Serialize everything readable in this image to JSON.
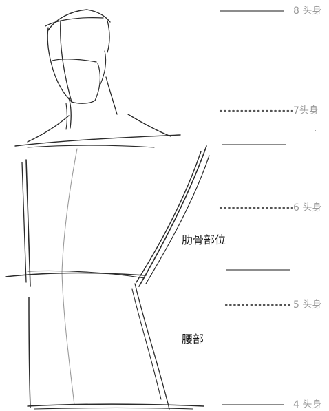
{
  "head_marks": [
    {
      "id": "mark-8",
      "label": "8 头身",
      "line_style": "solid"
    },
    {
      "id": "mark-7",
      "label": "7头身",
      "line_style": "dotted"
    },
    {
      "id": "mark-6",
      "label": "6 头身",
      "line_style": "dotted"
    },
    {
      "id": "mark-5",
      "label": "5 头身",
      "line_style": "dotted"
    },
    {
      "id": "mark-4",
      "label": "4 头身",
      "line_style": "solid"
    }
  ],
  "regions": {
    "rib": "肋骨部位",
    "waist": "腰部"
  },
  "colors": {
    "sketch": "#2a2a2a",
    "guide_line": "#8c8c8c",
    "label_text": "#9a9a9a",
    "region_text": "#1a1a1a"
  }
}
